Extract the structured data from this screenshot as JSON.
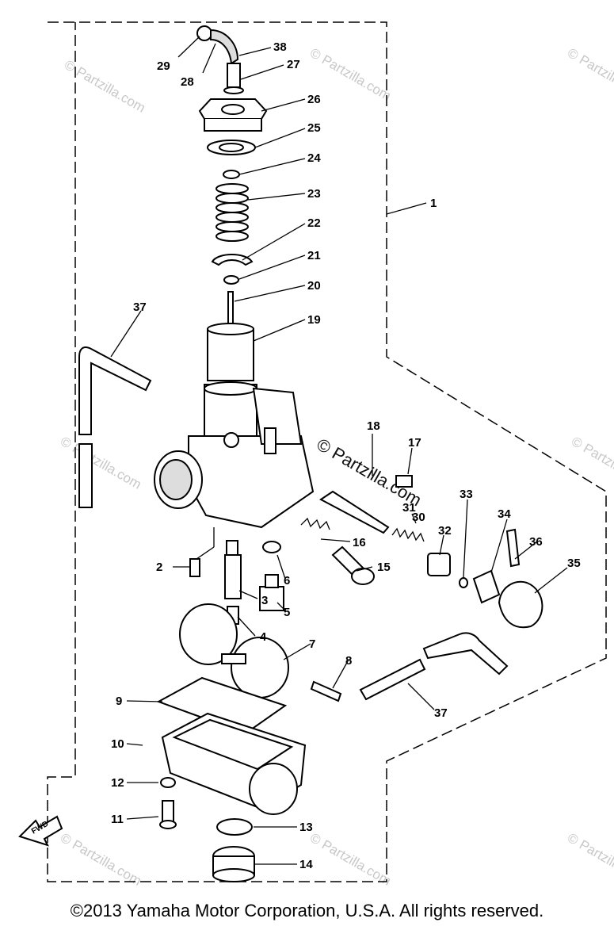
{
  "diagram": {
    "callouts": {
      "p1": "1",
      "p2": "2",
      "p3": "3",
      "p4": "4",
      "p5": "5",
      "p6": "6",
      "p7": "7",
      "p8": "8",
      "p9": "9",
      "p10": "10",
      "p11": "11",
      "p12": "12",
      "p13": "13",
      "p14": "14",
      "p15": "15",
      "p16": "16",
      "p17": "17",
      "p18": "18",
      "p19": "19",
      "p20": "20",
      "p21": "21",
      "p22": "22",
      "p23": "23",
      "p24": "24",
      "p25": "25",
      "p26": "26",
      "p27": "27",
      "p28": "28",
      "p29": "29",
      "p30": "30",
      "p31": "31",
      "p32": "32",
      "p33": "33",
      "p34": "34",
      "p35": "35",
      "p36": "36",
      "p37a": "37",
      "p37b": "37",
      "p38": "38"
    },
    "fwd_label": "FWD",
    "watermark": "© Partzilla.com"
  },
  "footer": {
    "copyright": "©2013  Yamaha Motor Corporation, U.S.A. All rights reserved."
  },
  "colors": {
    "ink": "#000000",
    "watermark": "#c8c8c8",
    "background": "#ffffff"
  }
}
